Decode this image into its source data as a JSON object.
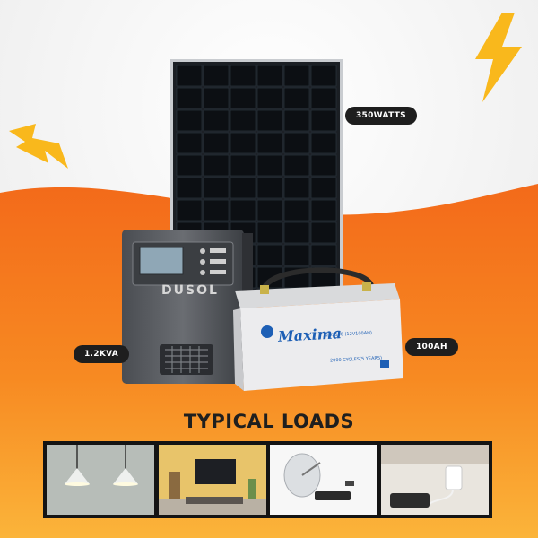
{
  "specs": {
    "panel_power": "350WATTS",
    "inverter_rating": "1.2KVA",
    "battery_capacity": "100AH"
  },
  "inverter": {
    "brand": "DUSOL"
  },
  "battery": {
    "brand": "Maxima",
    "model_line": "12DS100 (12V100AH)",
    "cycle_note": "2000 CYCLES(5 YEARS)"
  },
  "loads": {
    "heading": "TYPICAL LOADS",
    "items": [
      {
        "icon": "pendant-lamp-icon"
      },
      {
        "icon": "television-icon"
      },
      {
        "icon": "satellite-dish-icon"
      },
      {
        "icon": "phone-charger-icon"
      }
    ]
  },
  "colors": {
    "accent_orange": "#f47a1f",
    "bolt_yellow": "#f9b81c",
    "label_dark": "#1e1e1e",
    "background_light": "#f2f2f2"
  }
}
